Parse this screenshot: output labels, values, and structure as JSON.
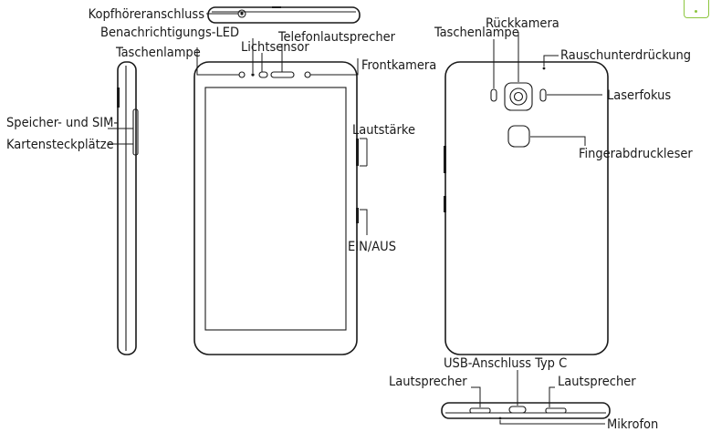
{
  "labels": {
    "headphone_jack": "Kopfhöreranschluss",
    "notification_led": "Benachrichtigungs-LED",
    "earpiece": "Telefonlautsprecher",
    "light_sensor": "Lichtsensor",
    "front_flash": "Taschenlampe",
    "front_camera": "Frontkamera",
    "card_slots_line1": "Speicher- und SIM-",
    "card_slots_line2": "Kartensteckplätze",
    "volume": "Lautstärke",
    "power": "EIN/AUS",
    "rear_camera": "Rückkamera",
    "rear_flash": "Taschenlampe",
    "noise_cancel": "Rauschunterdrückung",
    "laser_focus": "Laserfokus",
    "fingerprint": "Fingerabdruckleser",
    "usb_c": "USB-Anschluss Typ C",
    "speaker_left": "Lautsprecher",
    "speaker_right": "Lautsprecher",
    "microphone": "Mikrofon"
  },
  "colors": {
    "line": "#1a1a1a",
    "badge": "#8dc63f"
  }
}
